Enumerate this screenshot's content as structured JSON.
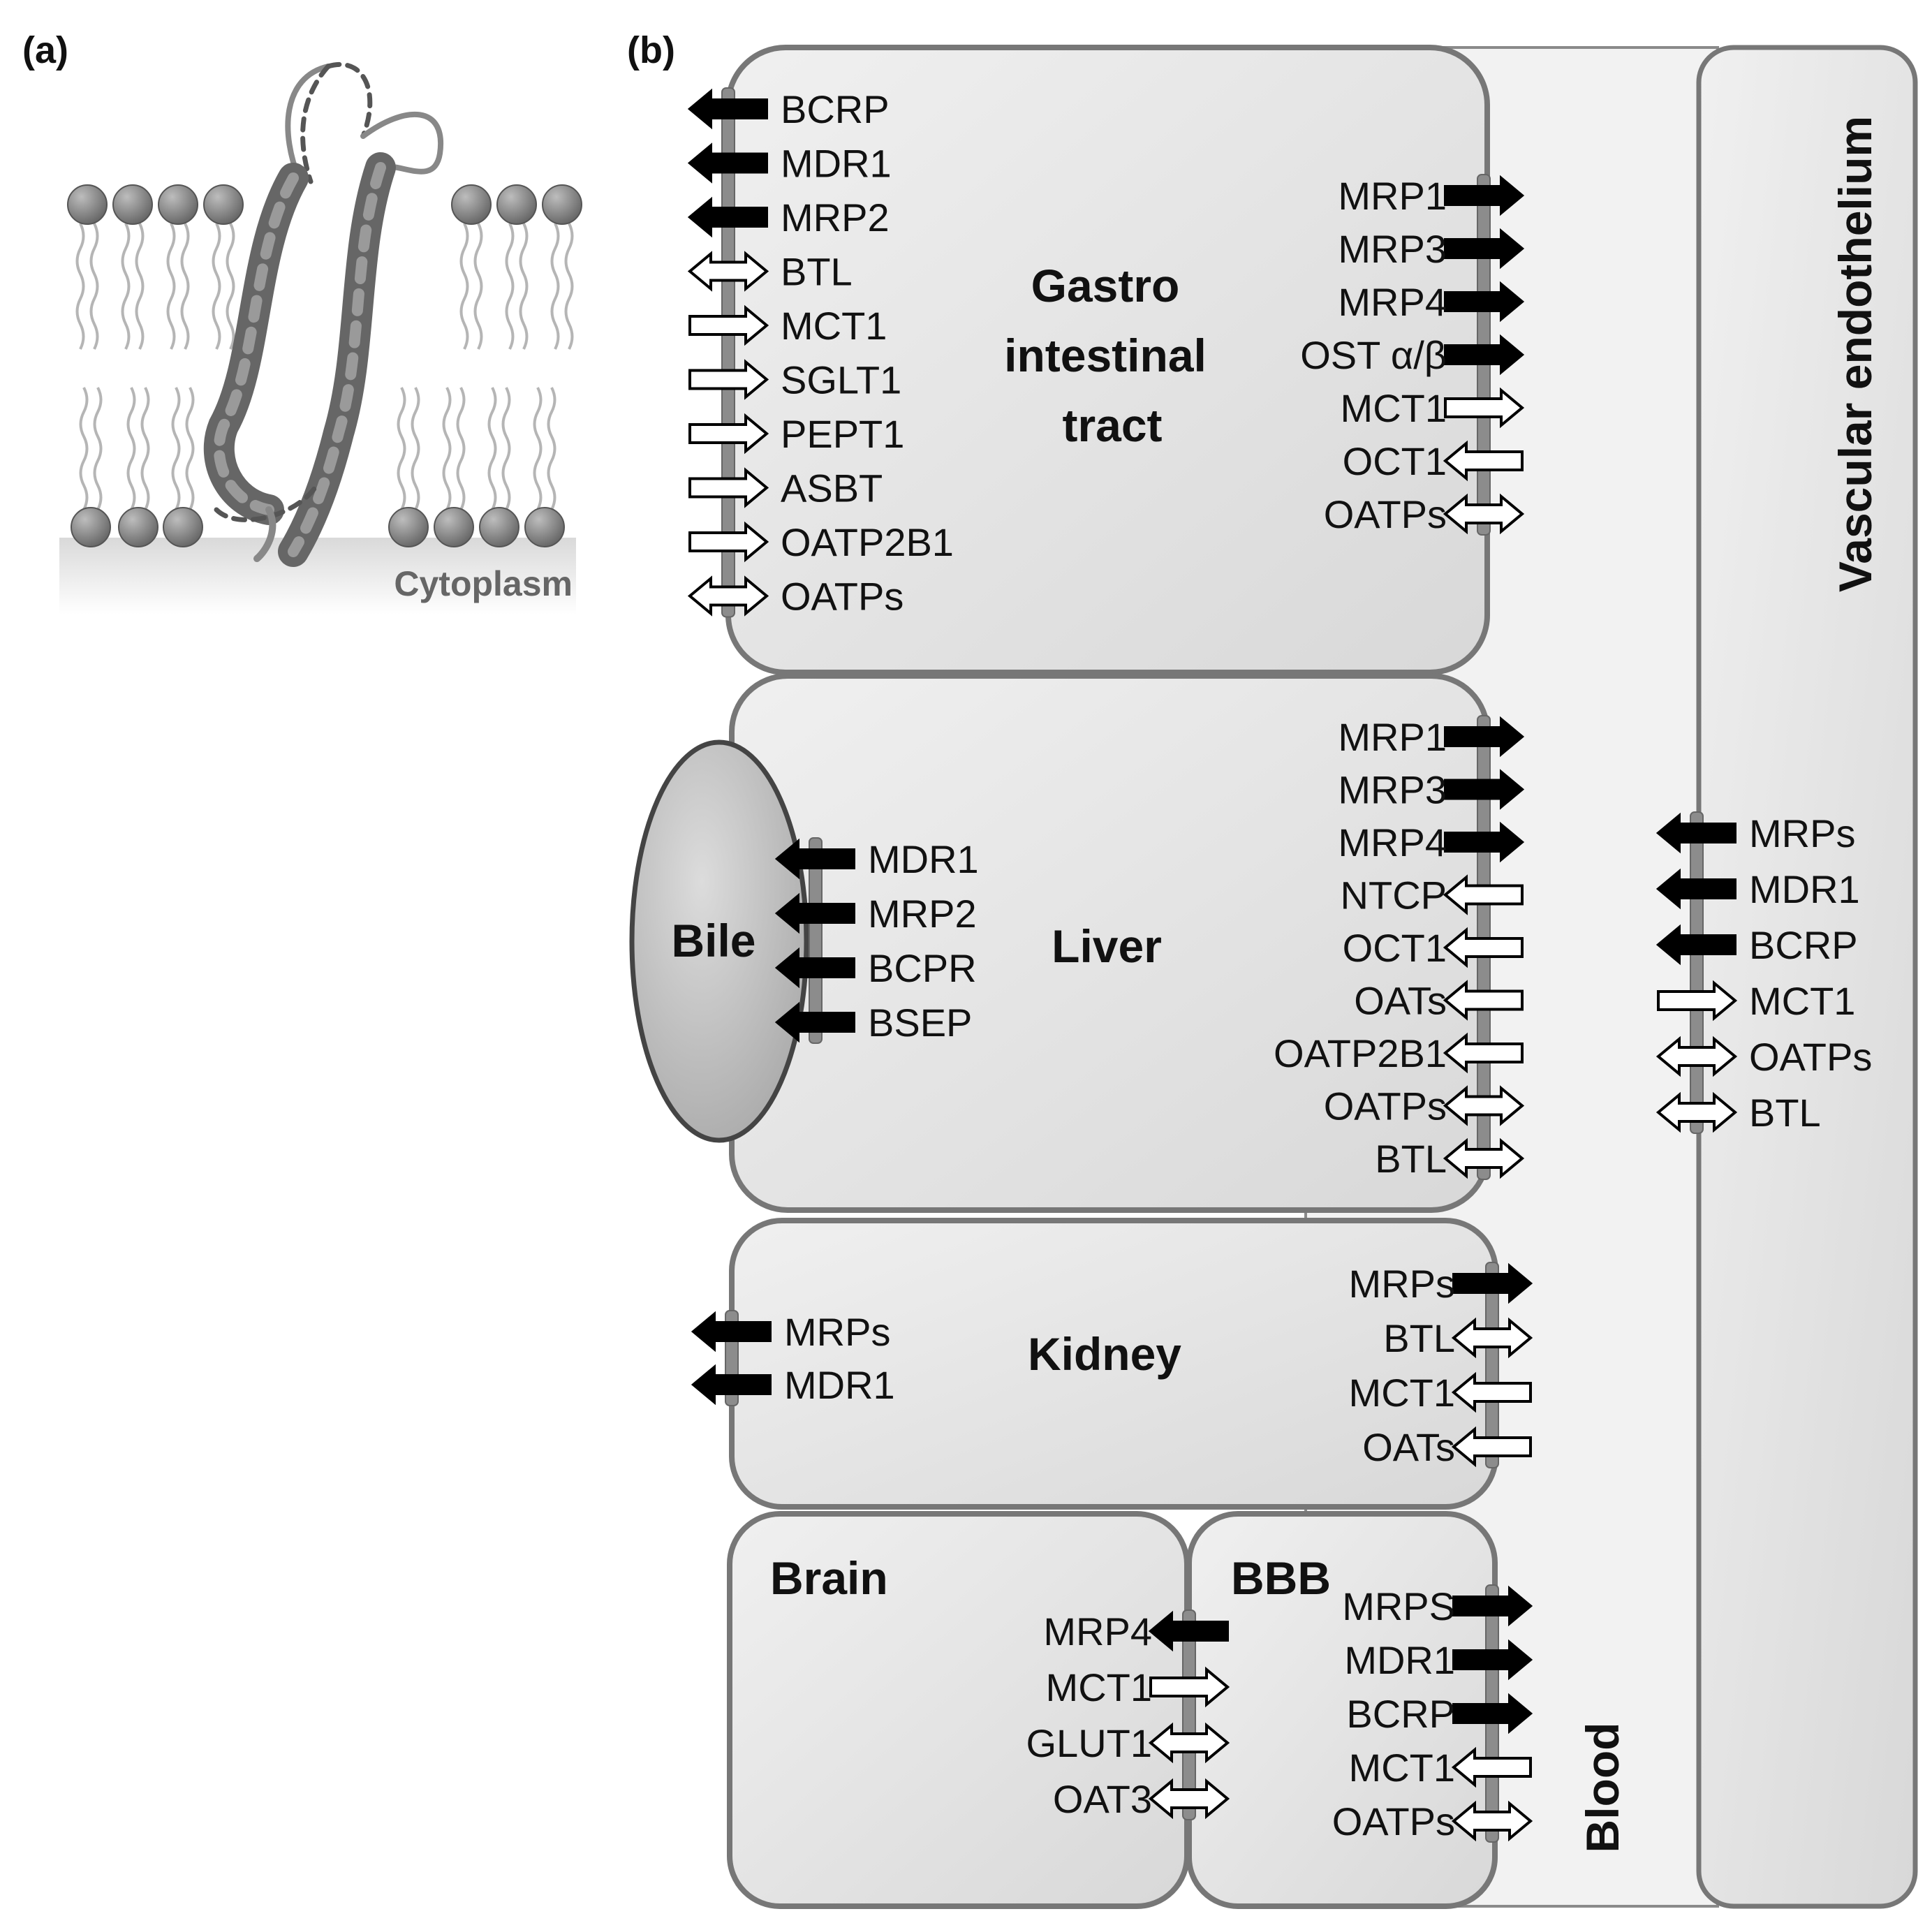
{
  "panel_a": {
    "label": "(a)",
    "cytoplasm_label": "Cytoplasm"
  },
  "panel_b": {
    "label": "(b)",
    "blood_label": "Blood",
    "vascular_label": "Vascular endothelium",
    "gi": {
      "title_lines": [
        "Gastro",
        "intestinal",
        "tract"
      ],
      "left_transporters": [
        {
          "name": "BCRP",
          "type": "efflux"
        },
        {
          "name": "MDR1",
          "type": "efflux"
        },
        {
          "name": "MRP2",
          "type": "efflux"
        },
        {
          "name": "BTL",
          "type": "bidirectional"
        },
        {
          "name": "MCT1",
          "type": "uptake"
        },
        {
          "name": "SGLT1",
          "type": "uptake"
        },
        {
          "name": "PEPT1",
          "type": "uptake"
        },
        {
          "name": "ASBT",
          "type": "uptake"
        },
        {
          "name": "OATP2B1",
          "type": "uptake"
        },
        {
          "name": "OATPs",
          "type": "bidirectional"
        }
      ],
      "right_transporters": [
        {
          "name": "MRP1",
          "type": "efflux"
        },
        {
          "name": "MRP3",
          "type": "efflux"
        },
        {
          "name": "MRP4",
          "type": "efflux"
        },
        {
          "name": "OST α/β",
          "type": "efflux"
        },
        {
          "name": "MCT1",
          "type": "open-out"
        },
        {
          "name": "OCT1",
          "type": "uptake"
        },
        {
          "name": "OATPs",
          "type": "bidirectional"
        }
      ]
    },
    "liver": {
      "title": "Liver",
      "bile_label": "Bile",
      "left_transporters": [
        {
          "name": "MDR1",
          "type": "efflux"
        },
        {
          "name": "MRP2",
          "type": "efflux"
        },
        {
          "name": "BCPR",
          "type": "efflux"
        },
        {
          "name": "BSEP",
          "type": "efflux"
        }
      ],
      "right_transporters": [
        {
          "name": "MRP1",
          "type": "efflux"
        },
        {
          "name": "MRP3",
          "type": "efflux"
        },
        {
          "name": "MRP4",
          "type": "efflux"
        },
        {
          "name": "NTCP",
          "type": "uptake"
        },
        {
          "name": "OCT1",
          "type": "uptake"
        },
        {
          "name": "OATs",
          "type": "uptake"
        },
        {
          "name": "OATP2B1",
          "type": "uptake"
        },
        {
          "name": "OATPs",
          "type": "bidirectional"
        },
        {
          "name": "BTL",
          "type": "bidirectional"
        }
      ]
    },
    "kidney": {
      "title": "Kidney",
      "left_transporters": [
        {
          "name": "MRPs",
          "type": "efflux"
        },
        {
          "name": "MDR1",
          "type": "efflux"
        }
      ],
      "right_transporters": [
        {
          "name": "MRPs",
          "type": "efflux"
        },
        {
          "name": "BTL",
          "type": "bidirectional"
        },
        {
          "name": "MCT1",
          "type": "uptake"
        },
        {
          "name": "OATs",
          "type": "uptake"
        }
      ]
    },
    "brain": {
      "title": "Brain",
      "transporters": [
        {
          "name": "MRP4",
          "type": "efflux"
        },
        {
          "name": "MCT1",
          "type": "uptake"
        },
        {
          "name": "GLUT1",
          "type": "bidirectional"
        },
        {
          "name": "OAT3",
          "type": "bidirectional"
        }
      ]
    },
    "bbb": {
      "title": "BBB",
      "transporters": [
        {
          "name": "MRPS",
          "type": "efflux"
        },
        {
          "name": "MDR1",
          "type": "efflux"
        },
        {
          "name": "BCRP",
          "type": "efflux"
        },
        {
          "name": "MCT1",
          "type": "uptake"
        },
        {
          "name": "OATPs",
          "type": "bidirectional"
        }
      ]
    },
    "endothelium": {
      "transporters": [
        {
          "name": "MRPs",
          "type": "efflux"
        },
        {
          "name": "MDR1",
          "type": "efflux"
        },
        {
          "name": "BCRP",
          "type": "efflux"
        },
        {
          "name": "MCT1",
          "type": "uptake"
        },
        {
          "name": "OATPs",
          "type": "bidirectional"
        },
        {
          "name": "BTL",
          "type": "bidirectional"
        }
      ]
    }
  }
}
